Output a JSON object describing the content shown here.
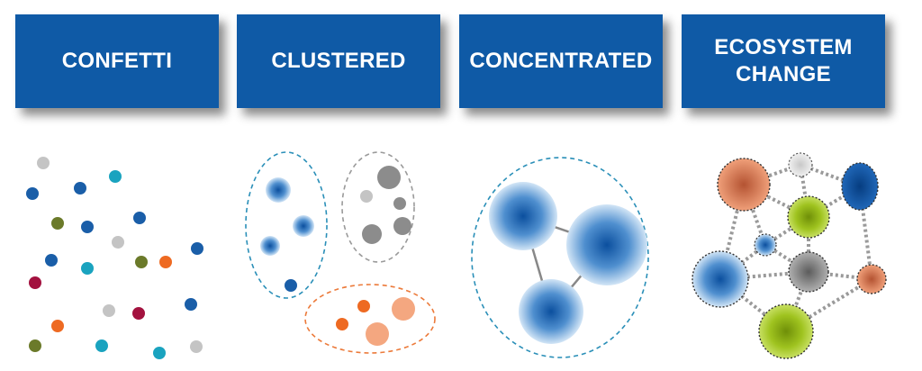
{
  "panels": [
    {
      "title": "CONFETTI"
    },
    {
      "title": "CLUSTERED"
    },
    {
      "title": "CONCENTRATED"
    },
    {
      "title": "ECOSYSTEM\nCHANGE"
    }
  ],
  "colors": {
    "header_bg": "#0f5aa6",
    "blue": "#1a5ea8",
    "teal": "#1aa3bf",
    "olive": "#6b7a2a",
    "orange": "#ee6a22",
    "crimson": "#a3123f",
    "light_gray": "#c4c4c4",
    "gray": "#8c8c8c",
    "peach": "#f4a780",
    "lime": "#9bbf1e",
    "rust": "#d9734e",
    "dashed_blue": "#2a8fb8",
    "dashed_gray": "#9a9a9a",
    "dashed_orange": "#ec7a3a",
    "connector": "#888888"
  }
}
